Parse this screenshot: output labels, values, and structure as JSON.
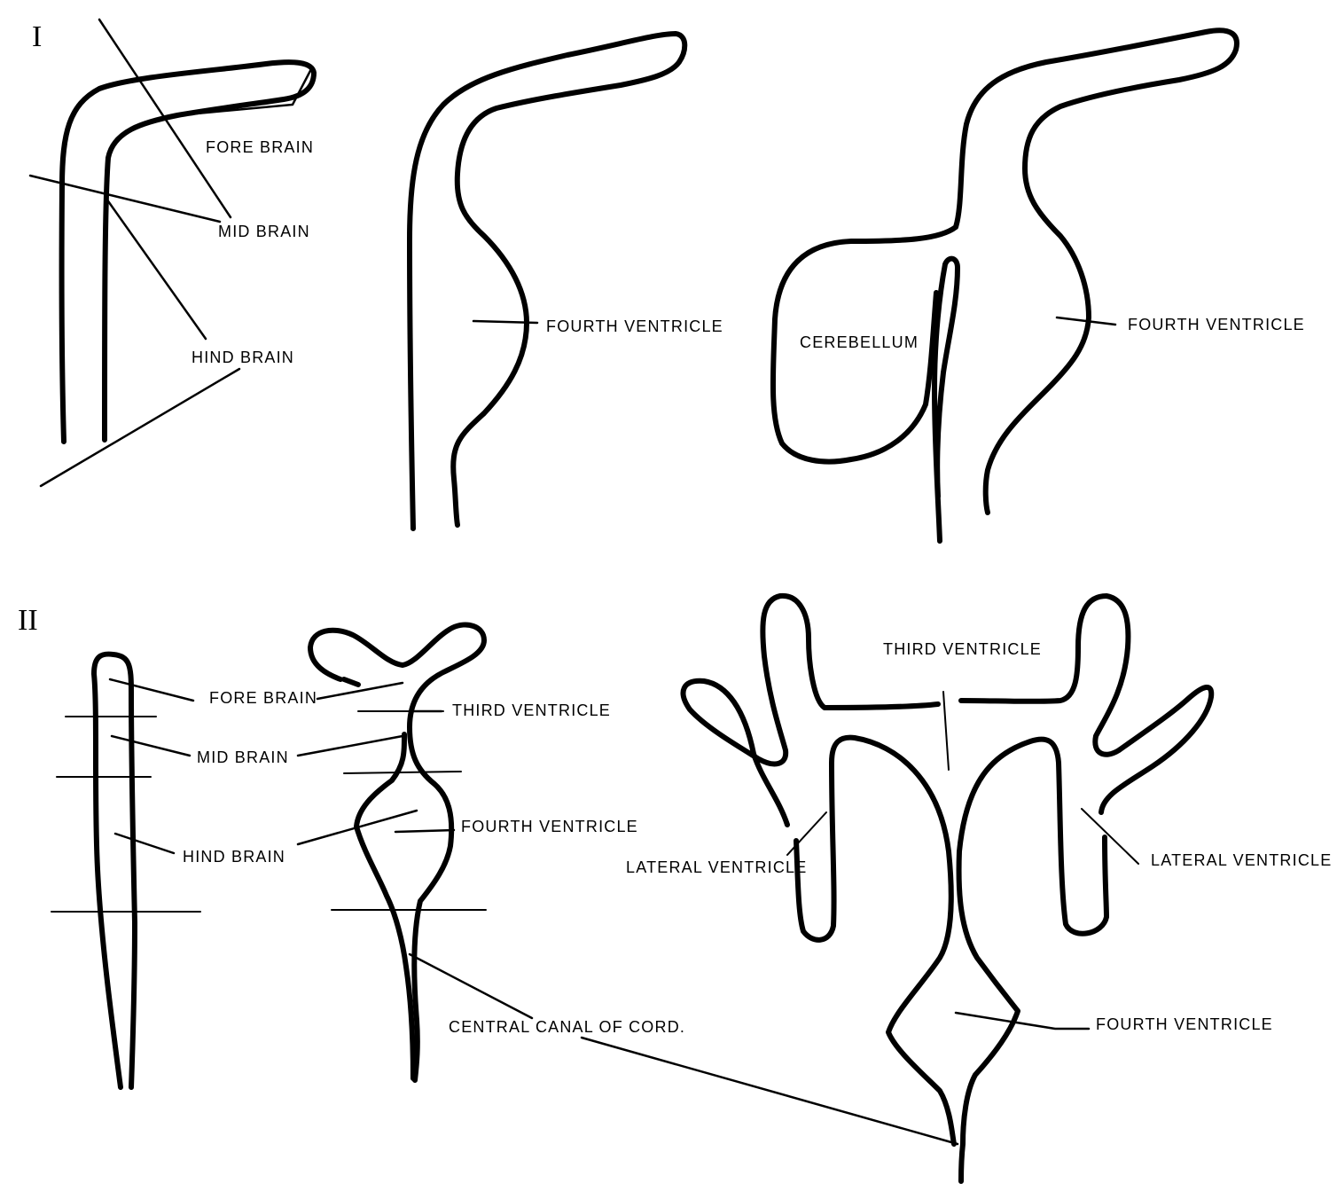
{
  "sections": {
    "one": "I",
    "two": "II"
  },
  "labels": {
    "s1_fore_brain": "FORE BRAIN",
    "s1_mid_brain": "MID BRAIN",
    "s1_hind_brain": "HIND BRAIN",
    "s1_fourth_ventricle_a": "FOURTH VENTRICLE",
    "s1_cerebellum": "CEREBELLUM",
    "s1_fourth_ventricle_b": "FOURTH VENTRICLE",
    "s2_fore_brain": "FORE BRAIN",
    "s2_mid_brain": "MID BRAIN",
    "s2_hind_brain": "HIND BRAIN",
    "s2_third_ventricle_a": "THIRD VENTRICLE",
    "s2_fourth_ventricle_a": "FOURTH VENTRICLE",
    "s2_central_canal": "CENTRAL CANAL OF CORD.",
    "s2_third_ventricle_b": "THIRD VENTRICLE",
    "s2_lateral_ventricle_left": "LATERAL VENTRICLE",
    "s2_lateral_ventricle_right": "LATERAL VENTRICLE",
    "s2_fourth_ventricle_b": "FOURTH VENTRICLE"
  }
}
